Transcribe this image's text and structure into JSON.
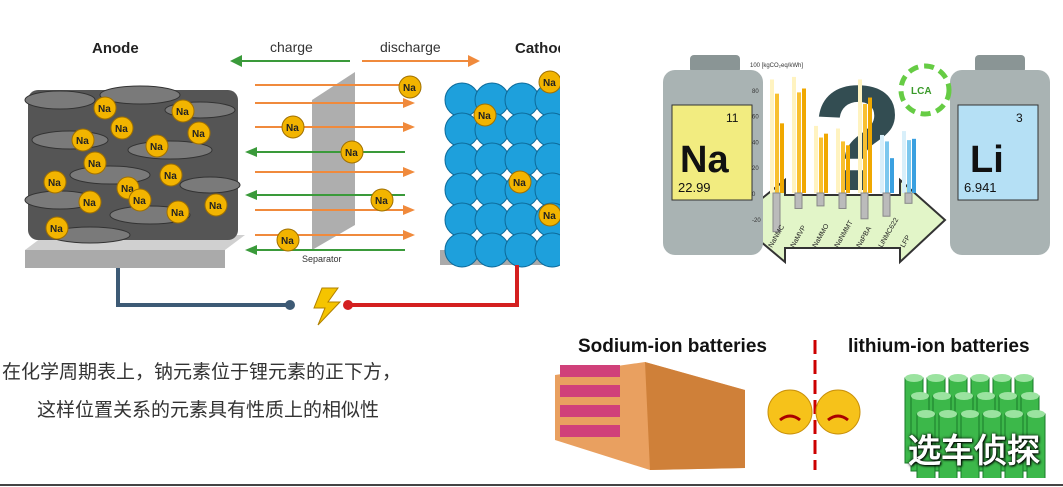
{
  "battery_diagram": {
    "anode_label": "Anode",
    "cathode_label": "Cathode",
    "charge_label": "charge",
    "discharge_label": "discharge",
    "separator_label": "Separator",
    "ion_label": "Na",
    "colors": {
      "charge_arrow": "#3a9a3a",
      "discharge_arrow": "#f08a3c",
      "anode_wire": "#3d5a75",
      "cathode_wire": "#d42020",
      "ion": "#f2b400",
      "cathode_sphere": "#1ea0dc"
    }
  },
  "lca_figure": {
    "na_symbol": "Na",
    "na_number": "11",
    "na_mass": "22.99",
    "li_symbol": "Li",
    "li_number": "3",
    "li_mass": "6.941",
    "y_unit": "100 [kgCO₂eq/kWh]",
    "lca_label": "LCA",
    "y_ticks": [
      "80",
      "60",
      "40",
      "20",
      "0",
      "-20"
    ],
    "categories": [
      "NaNMC",
      "NaMVP",
      "NaMMO",
      "NaNMMT",
      "NaPBA",
      "LiNMC622",
      "LFP"
    ],
    "bars": [
      [
        88,
        77,
        54
      ],
      [
        90,
        78,
        81
      ],
      [
        52,
        43,
        46
      ],
      [
        50,
        40,
        37
      ],
      [
        88,
        69,
        74
      ],
      [
        45,
        40,
        27
      ],
      [
        48,
        41,
        42
      ]
    ],
    "negatives": [
      -30,
      -12,
      -10,
      -12,
      -20,
      -18,
      -8
    ]
  },
  "caption": {
    "line1": "在化学周期表上，钠元素位于锂元素的正下方，",
    "line2": "这样位置关系的元素具有性质上的相似性"
  },
  "comparison": {
    "sodium_label": "Sodium-ion batteries",
    "lithium_label": "lithium-ion batteries"
  },
  "watermark": "选车侦探"
}
